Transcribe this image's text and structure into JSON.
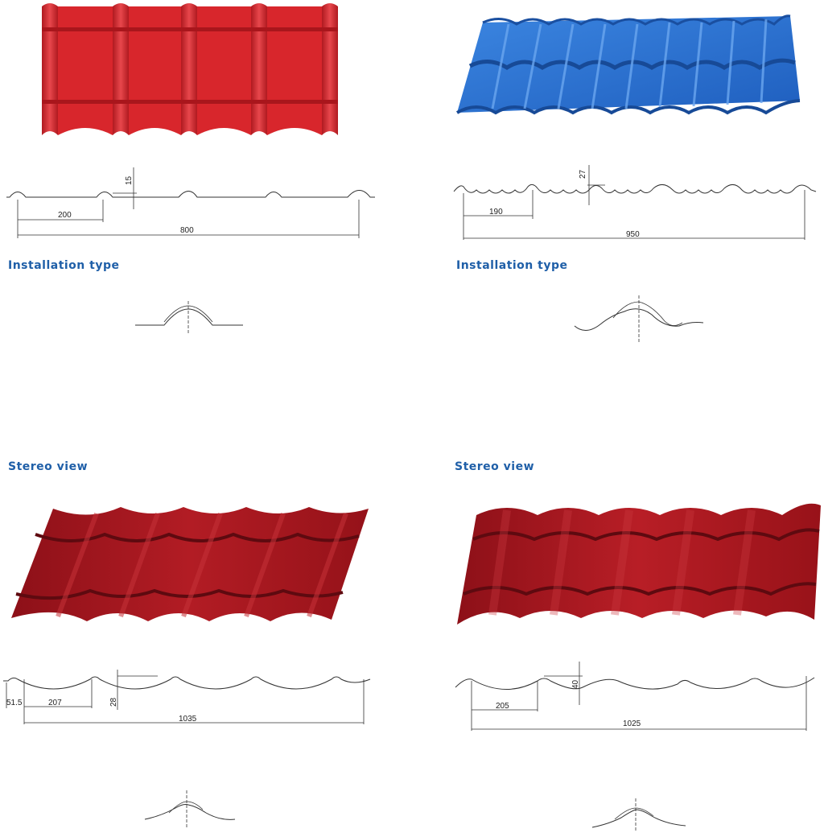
{
  "headings": {
    "top_left": "Installation type",
    "top_right": "Installation type",
    "bottom_left": "Stereo view",
    "bottom_right": "Stereo view"
  },
  "profiles": {
    "top_left": {
      "pitch": "200",
      "height": "15",
      "width": "800"
    },
    "top_right": {
      "pitch": "190",
      "height": "27",
      "width": "950"
    },
    "bottom_left": {
      "edge": "51.5",
      "pitch": "207",
      "height": "28",
      "width": "1035"
    },
    "bottom_right": {
      "pitch": "205",
      "height": "40",
      "width": "1025"
    }
  },
  "colors": {
    "red_sheet": "#d8262c",
    "blue_sheet": "#2f74d0",
    "dark_red_sheet": "#a3151c",
    "heading": "#1f5fa8"
  }
}
